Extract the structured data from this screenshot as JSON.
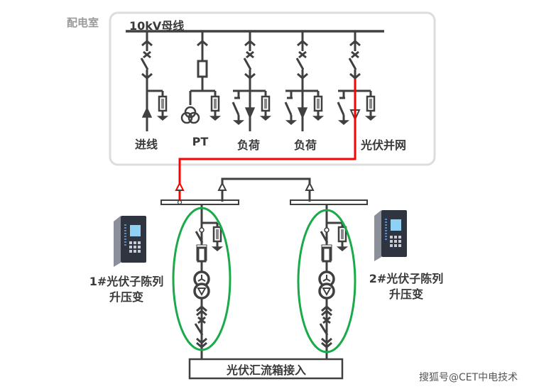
{
  "room_label": "配电室",
  "busbar_label": "10kV母线",
  "feeders": [
    {
      "label": "进线",
      "type": "incoming"
    },
    {
      "label": "PT",
      "type": "pt"
    },
    {
      "label": "负荷",
      "type": "load"
    },
    {
      "label": "负荷",
      "type": "load"
    },
    {
      "label": "光伏并网",
      "type": "pv"
    }
  ],
  "units": [
    {
      "line1": "1#光伏子陈列",
      "line2": "升压变"
    },
    {
      "line1": "2#光伏子陈列",
      "line2": "升压变"
    }
  ],
  "combiner_label": "光伏汇流箱接入",
  "watermark": "搜狐号@CET中电技术",
  "colors": {
    "line": "#404040",
    "highlight": "#ff0000",
    "ellipse": "#1aaa4a",
    "frame": "#dddddd"
  }
}
